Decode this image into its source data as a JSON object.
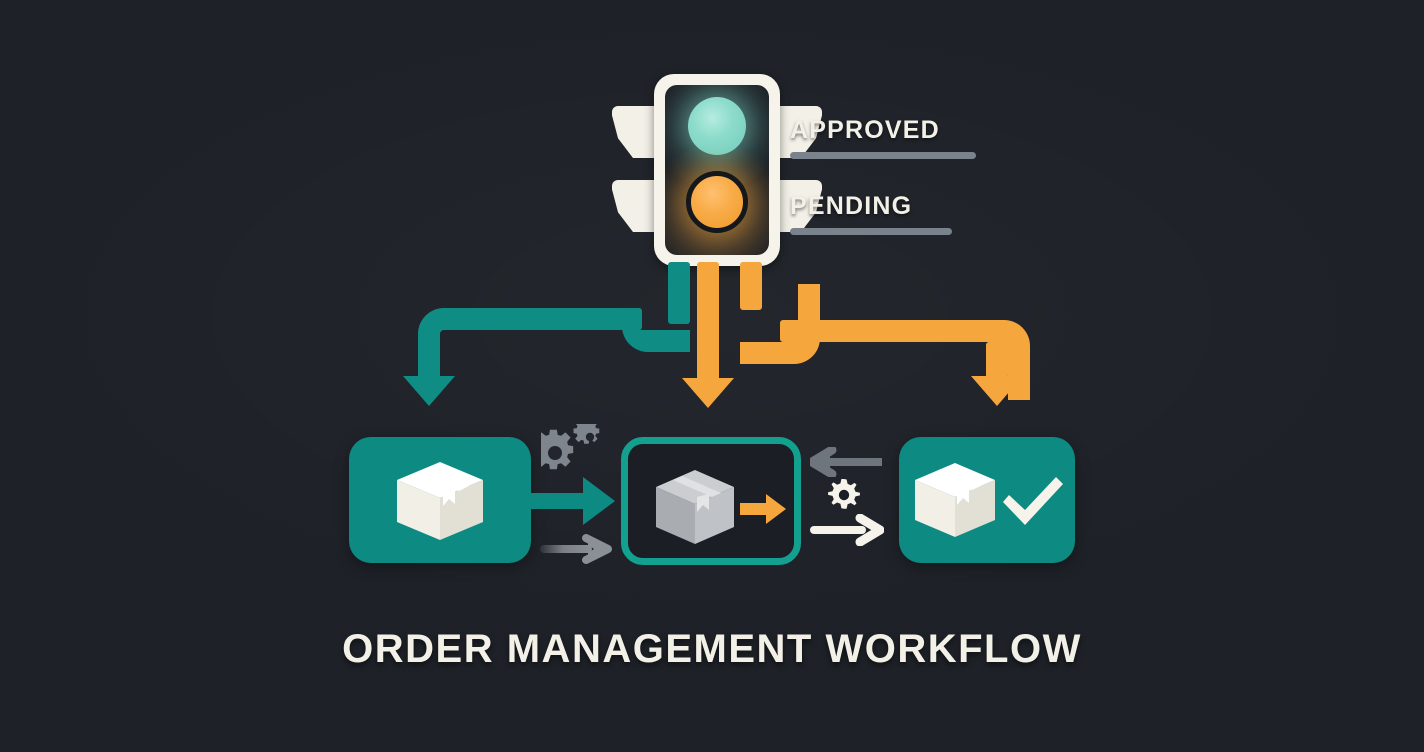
{
  "background_color": "#1e2228",
  "title": "ORDER MANAGEMENT WORKFLOW",
  "traffic_light": {
    "name": "traffic-light",
    "housing_color": "#f5f3ea",
    "lamps": [
      {
        "id": "approved",
        "label": "APPROVED",
        "color": "#8ddccb",
        "state": "lit"
      },
      {
        "id": "pending",
        "label": "PENDING",
        "color": "#f8ab46",
        "state": "lit"
      }
    ]
  },
  "statuses": [
    {
      "label": "APPROVED",
      "rule_color": "#7a828c"
    },
    {
      "label": "PENDING",
      "rule_color": "#7a828c"
    }
  ],
  "connectors": [
    {
      "id": "to-left",
      "from": "traffic-light",
      "to": "node-processing",
      "color": "#0f8d84",
      "path": "branch-left"
    },
    {
      "id": "to-center",
      "from": "traffic-light",
      "to": "node-review",
      "color": "#f5a63c",
      "path": "straight-down"
    },
    {
      "id": "to-right",
      "from": "traffic-light",
      "to": "node-complete",
      "color": "#f5a63c",
      "path": "branch-right"
    }
  ],
  "nodes": [
    {
      "id": "node-processing",
      "style": "filled",
      "fill": "#0d8a82",
      "icon": "package-icon",
      "icon_color": "#f5f3ea"
    },
    {
      "id": "node-review",
      "style": "outline",
      "border": "#13a08f",
      "fill": "#1b1f25",
      "icon": "package-icon",
      "icon_color": "#b5b8bb",
      "badge": "arrow-right-icon",
      "badge_color": "#f5a63c"
    },
    {
      "id": "node-complete",
      "style": "filled",
      "fill": "#0d8a82",
      "icon": "package-icon",
      "icon_color": "#f5f3ea",
      "badge": "check-icon",
      "badge_color": "#f5f3ea"
    }
  ],
  "decorations": [
    {
      "id": "gears-left",
      "icon": "gears-icon",
      "color": "#7f858c",
      "count": 2
    },
    {
      "id": "arrow-a-to-b",
      "icon": "arrow-right-icon",
      "color": "#0d8a82"
    },
    {
      "id": "arrow-a-to-b-faded",
      "icon": "arrow-right-icon",
      "color": "#8b9097"
    },
    {
      "id": "arrow-back",
      "icon": "arrow-left-icon",
      "color": "#6f757d"
    },
    {
      "id": "gear-right",
      "icon": "gear-icon",
      "color": "#f5f3ea"
    },
    {
      "id": "arrow-forward",
      "icon": "arrow-right-icon",
      "color": "#f5f3ea"
    }
  ]
}
